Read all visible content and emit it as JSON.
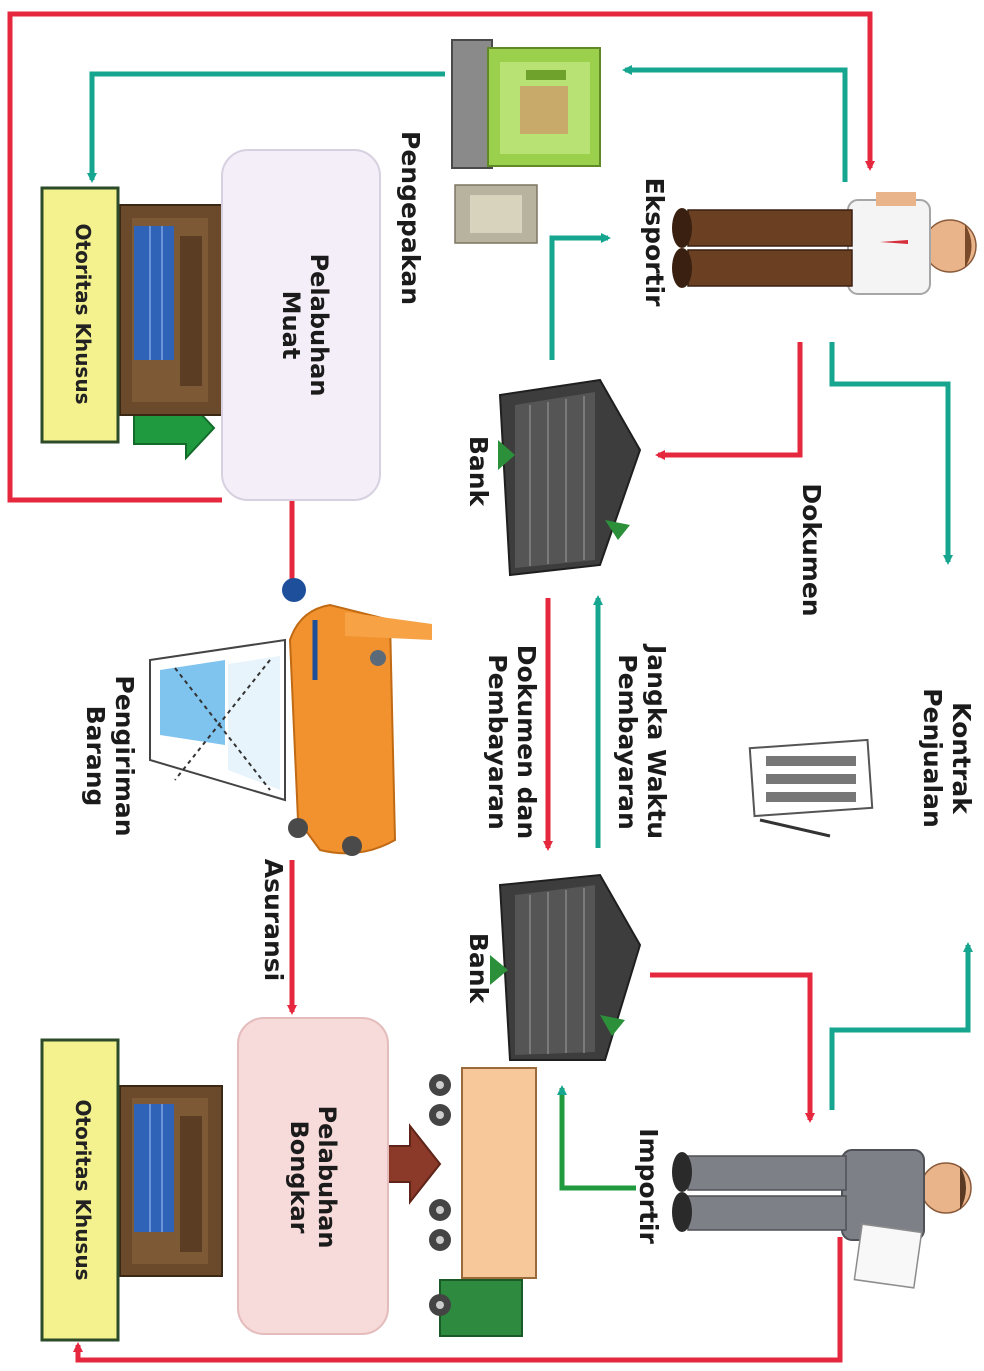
{
  "labels": {
    "eksportir": "Eksportir",
    "importir": "Importir",
    "kontrak_penjualan": "Kontrak\nPenjualan",
    "dokumen": "Dokumen",
    "bank_exporter": "Bank",
    "bank_importer": "Bank",
    "jangka_waktu_pembayaran": "Jangka Waktu\nPembayaran",
    "dokumen_dan_pembayaran": "Dokumen dan\nPembayaran",
    "pengepakan": "Pengepakan",
    "pelabuhan_muat": "Pelabuhan\nMuat",
    "pengiriman_barang": "Pengiriman Barang",
    "asuransi": "Asuransi",
    "pelabuhan_bongkar": "Pelabuhan\nBongkar",
    "otoritas_khusus_top": "Otoritas Khusus",
    "otoritas_khusus_bottom": "Otoritas Khusus"
  },
  "colors": {
    "red_arrow": "#e5283e",
    "teal_arrow": "#16a58e",
    "green_arrow": "#1f9a3e",
    "brown_arrow": "#8b3a2a",
    "otoritas_box": "#f4f28e",
    "pelabuhan_muat_box": "#f3eef7",
    "pelabuhan_bongkar_box": "#f7dada"
  },
  "icons": {
    "exporter": "businessman-icon",
    "importer": "businessman-icon",
    "bank": "bank-building-icon",
    "contract": "contract-document-icon",
    "packing": "packing-boxes-icon",
    "ship": "cargo-ship-icon",
    "airplane": "cargo-airplane-icon",
    "truck": "truck-icon",
    "building": "customs-building-icon"
  }
}
